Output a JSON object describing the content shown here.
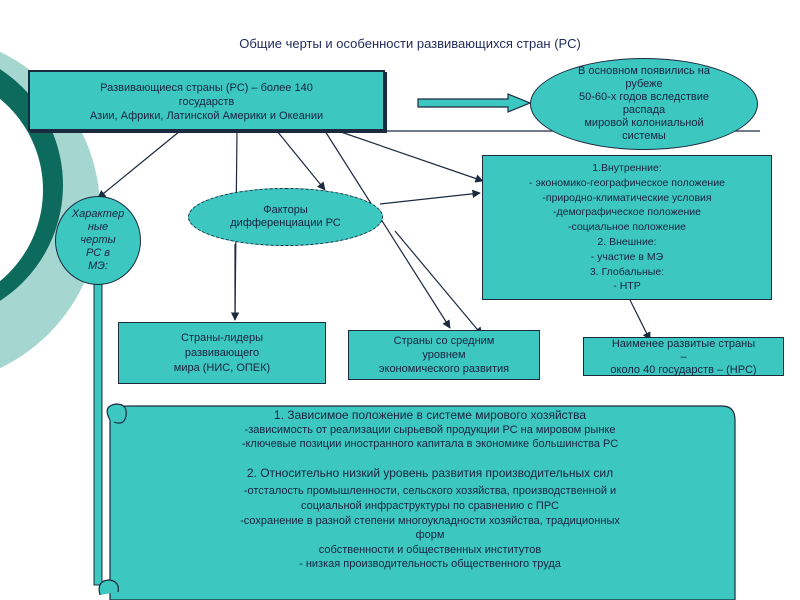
{
  "title": "Общие черты и особенности развивающихся стран (РС)",
  "main_box": {
    "lines": [
      "Развивающиеся страны (РС) – более 140",
      "государств",
      "Азии, Африки, Латинской Америки и Океании"
    ]
  },
  "origin_ellipse": {
    "lines": [
      "В основном появились на",
      "рубеже",
      "50-60-х годов вследствие",
      "распада",
      "мировой колониальной",
      "системы"
    ]
  },
  "features_ellipse": {
    "lines": [
      "Характер",
      "ные",
      "черты",
      "РС в",
      "МЭ:"
    ]
  },
  "factors_ellipse": {
    "lines": [
      "Факторы",
      "дифференциации РС"
    ]
  },
  "factors_box": {
    "lines": [
      "1.Внутренние:",
      "- экономико-географическое положение",
      "-природно-климатические условия",
      "-демографическое положение",
      "-социальное положение",
      "2. Внешние:",
      "- участие в МЭ",
      "3. Глобальные:",
      "- НТР"
    ]
  },
  "leaders_box": {
    "lines": [
      "Страны-лидеры",
      "развивающего",
      "мира (НИС, ОПЕК)"
    ]
  },
  "middle_box": {
    "lines": [
      "Страны со средним",
      "уровнем",
      "экономического развития"
    ]
  },
  "least_box": {
    "lines": [
      "Наименее развитые страны",
      "–",
      "около 40 государств – (НРС)"
    ]
  },
  "scroll": {
    "lines": [
      "1.      Зависимое положение в системе мирового хозяйства",
      "-зависимость от реализации сырьевой продукции РС на мировом рынке",
      "-ключевые позиции иностранного капитала в экономике большинства РС",
      "",
      "2. Относительно низкий уровень развития производительных сил",
      "-отсталость промышленности, сельского хозяйства, производственной и",
      "социальной инфраструктуры по сравнению с ПРС",
      "-сохранение в разной степени многоукладности хозяйства, традиционных",
      "форм",
      "собственности и общественных институтов",
      "- низкая производительность общественного труда"
    ]
  },
  "colors": {
    "teal_fill": "#3cc7c0",
    "outline": "#1c2a40",
    "deco_dark": "#0d6b5e",
    "deco_light": "#a5d6d0",
    "title_color": "#1e2a5a"
  }
}
